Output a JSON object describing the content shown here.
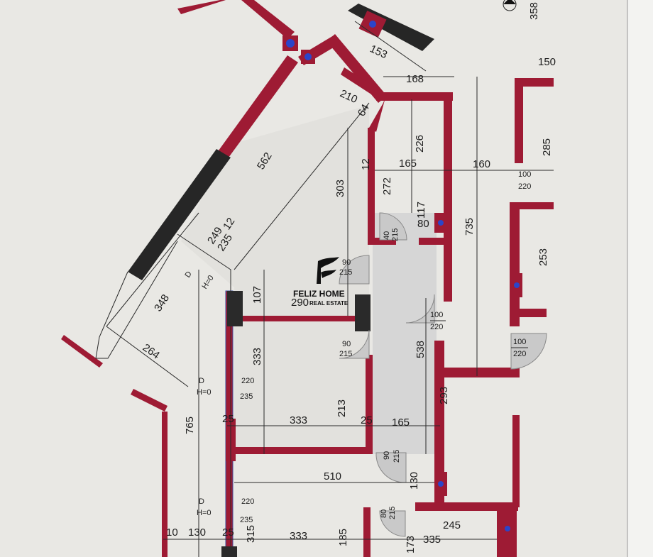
{
  "brand": {
    "name": "FELIZ HOME",
    "tagline": "REAL ESTATE"
  },
  "dimensions": [
    "153",
    "168",
    "210",
    "64",
    "562",
    "226",
    "165",
    "160",
    "303",
    "272",
    "12",
    "117",
    "80",
    "735",
    "249",
    "12",
    "235",
    "348",
    "264",
    "107",
    "290",
    "333",
    "538",
    "293",
    "213",
    "333",
    "165",
    "765",
    "510",
    "130",
    "245",
    "335",
    "333",
    "185",
    "173",
    "315",
    "130",
    "25",
    "10",
    "25",
    "25",
    "150",
    "358",
    "285",
    "253"
  ],
  "door_tags": [
    {
      "w": "90",
      "h": "215"
    },
    {
      "w": "90",
      "h": "215"
    },
    {
      "w": "90",
      "h": "215"
    },
    {
      "w": "40",
      "h": "215"
    },
    {
      "w": "80",
      "h": "215"
    },
    {
      "w": "100",
      "h": "220"
    },
    {
      "w": "100",
      "h": "220"
    },
    {
      "w": "100",
      "h": "220"
    }
  ],
  "window_tags": [
    {
      "type": "D",
      "sill": "H=0",
      "w": "220",
      "h": "235"
    },
    {
      "type": "D",
      "sill": "H=0",
      "w": "220",
      "h": "235"
    },
    {
      "type": "D",
      "sill": "H=0",
      "w": "249",
      "h": "235"
    }
  ]
}
